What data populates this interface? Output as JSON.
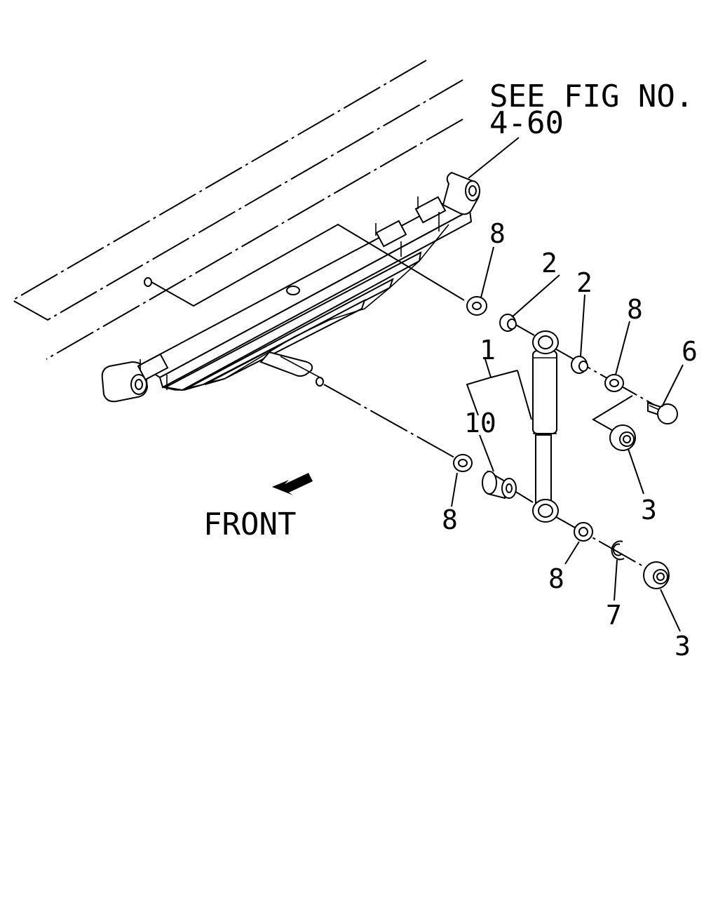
{
  "reference": {
    "line1": "SEE FIG NO.",
    "line2": "4-60"
  },
  "direction": {
    "label": "FRONT",
    "icon": "front-arrow-icon"
  },
  "callouts": {
    "c8_top": "8",
    "c2_a": "2",
    "c2_b": "2",
    "c8_right": "8",
    "c6": "6",
    "c1": "1",
    "c10": "10",
    "c3_mid": "3",
    "c8_left": "8",
    "c8_bottom": "8",
    "c7": "7",
    "c3_bottom": "3"
  }
}
